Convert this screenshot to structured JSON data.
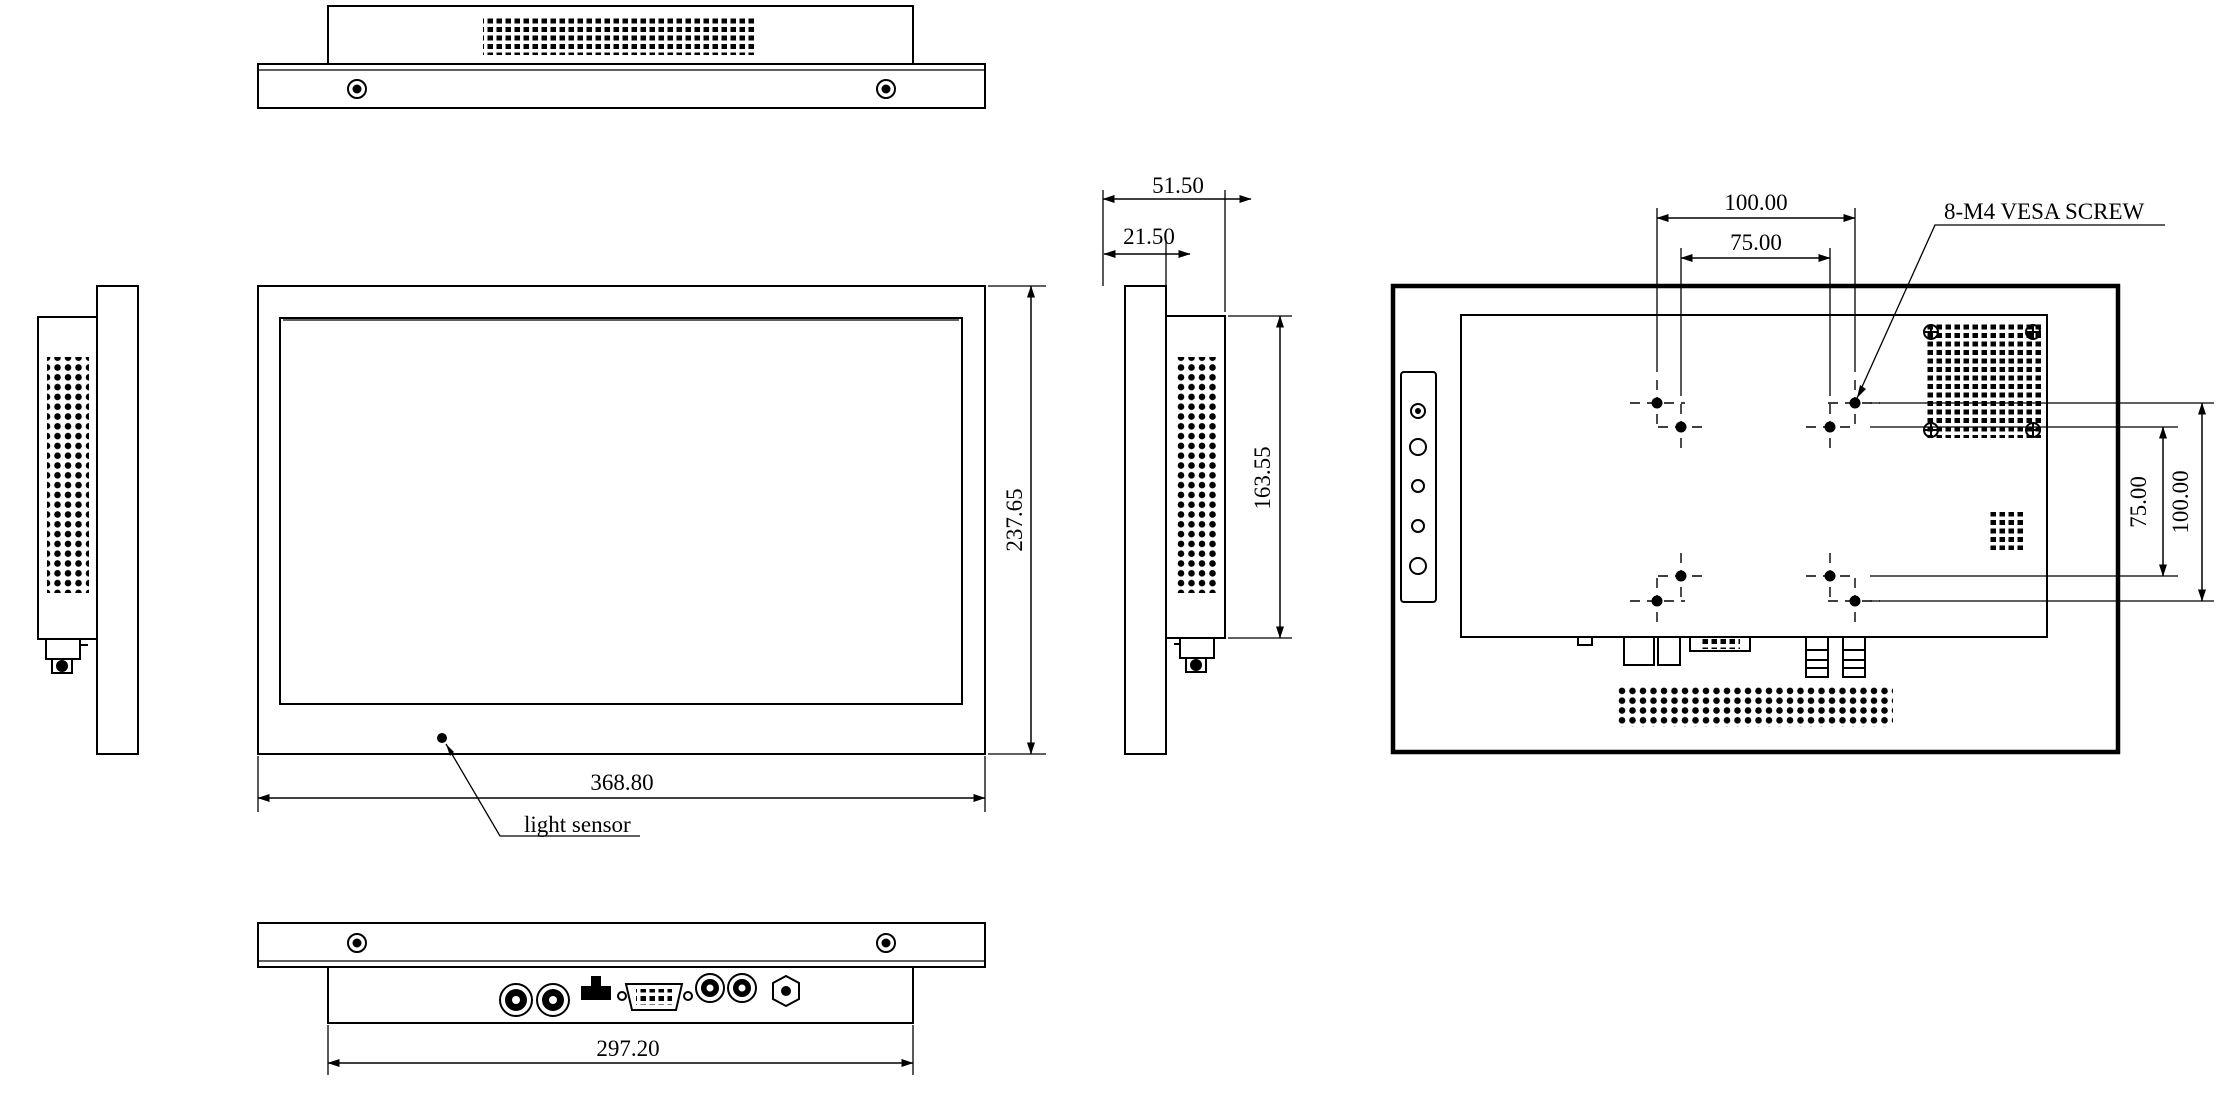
{
  "dimensions": {
    "front_width": "368.80",
    "front_height": "237.65",
    "bottom_width": "297.20",
    "side_depth_total": "51.50",
    "side_depth_front": "21.50",
    "side_body_height": "163.55",
    "vesa_100_horizontal": "100.00",
    "vesa_75_horizontal": "75.00",
    "vesa_75_vertical": "75.00",
    "vesa_100_vertical": "100.00"
  },
  "annotations": {
    "light_sensor": "light sensor",
    "vesa_screw": "8-M4 VESA SCREW"
  }
}
